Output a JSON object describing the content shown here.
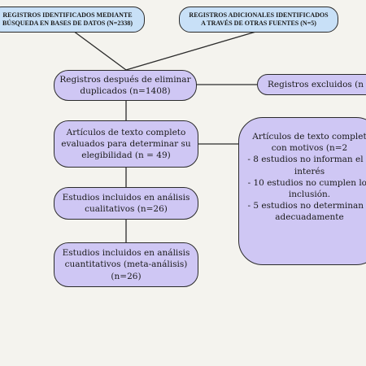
{
  "nodes": {
    "database_records": "REGISTROS IDENTIFICADOS MEDIANTE\nBÚSQUEDA EN BASES DE DATOS (N=2338)",
    "other_sources": "REGISTROS ADICIONALES IDENTIFICADOS\nA TRAVÉS DE OTRAS FUENTES (N=5)",
    "after_duplicates": "Registros después de eliminar\nduplicados (n=1408)",
    "excluded_records": "Registros excluidos (n",
    "full_text_assessed": "Artículos de texto completo\nevaluados para determinar su\nelegibilidad (n = 49)",
    "full_text_excluded": "Artículos de texto complet\ncon motivos (n=2\n- 8 estudios no informan el n\ninterés\n- 10 estudios no cumplen los\ninclusión.\n- 5 estudios no determinan e\nadecuadamente",
    "qualitative": "Estudios incluidos en análisis\ncualitativos  (n=26)",
    "quantitative": "Estudios incluidos en análisis\ncuantitativos (meta-análisis)\n(n=26)"
  }
}
